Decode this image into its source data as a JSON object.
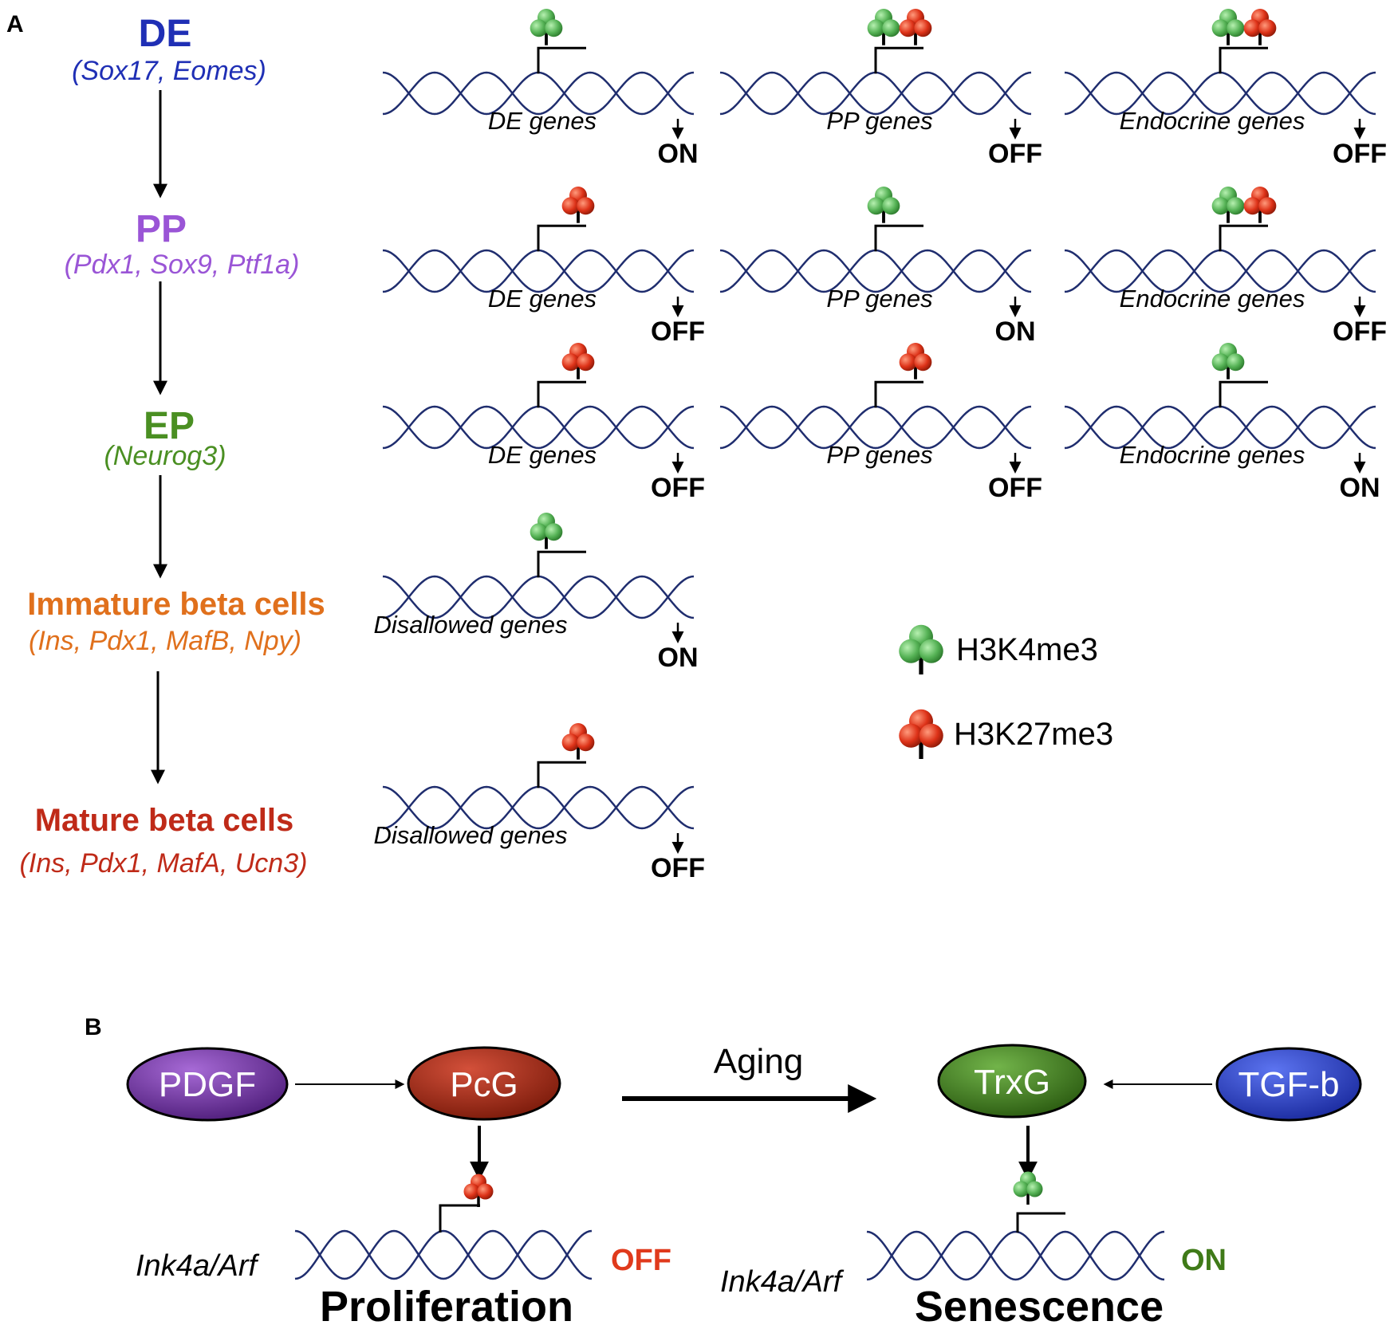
{
  "panel_a": {
    "label": "A",
    "stages": [
      {
        "name": "DE",
        "markers": "(Sox17, Eomes)",
        "color": "#1f2fb5"
      },
      {
        "name": "PP",
        "markers": "(Pdx1, Sox9, Ptf1a)",
        "color": "#9a55d6"
      },
      {
        "name": "EP",
        "markers": "(Neurog3)",
        "color": "#4a8f22"
      },
      {
        "name": "Immature beta cells",
        "markers": "(Ins, Pdx1, MafB, Npy)",
        "color": "#e0701c"
      },
      {
        "name": "Mature beta cells",
        "markers": "(Ins, Pdx1, MafA, Ucn3)",
        "color": "#bf2a18"
      }
    ],
    "rows": [
      [
        {
          "gene": "DE genes",
          "state": "ON",
          "marks": [
            "H3K4me3"
          ]
        },
        {
          "gene": "PP genes",
          "state": "OFF",
          "marks": [
            "H3K4me3",
            "H3K27me3"
          ]
        },
        {
          "gene": "Endocrine genes",
          "state": "OFF",
          "marks": [
            "H3K4me3",
            "H3K27me3"
          ]
        }
      ],
      [
        {
          "gene": "DE genes",
          "state": "OFF",
          "marks": [
            "H3K27me3"
          ]
        },
        {
          "gene": "PP genes",
          "state": "ON",
          "marks": [
            "H3K4me3"
          ]
        },
        {
          "gene": "Endocrine genes",
          "state": "OFF",
          "marks": [
            "H3K4me3",
            "H3K27me3"
          ]
        }
      ],
      [
        {
          "gene": "DE genes",
          "state": "OFF",
          "marks": [
            "H3K27me3"
          ]
        },
        {
          "gene": "PP genes",
          "state": "OFF",
          "marks": [
            "H3K27me3"
          ]
        },
        {
          "gene": "Endocrine genes",
          "state": "ON",
          "marks": [
            "H3K4me3"
          ]
        }
      ],
      [
        {
          "gene": "Disallowed genes",
          "state": "ON",
          "marks": [
            "H3K4me3"
          ]
        }
      ],
      [
        {
          "gene": "Disallowed genes",
          "state": "OFF",
          "marks": [
            "H3K27me3"
          ]
        }
      ]
    ],
    "legend": [
      {
        "label": "H3K4me3",
        "color": "#5cb85c"
      },
      {
        "label": "H3K27me3",
        "color": "#d9301c"
      }
    ]
  },
  "panel_b": {
    "label": "B",
    "nodes": {
      "pdgf": {
        "label": "PDGF",
        "color": "#6b2d9c"
      },
      "pcg": {
        "label": "PcG",
        "color": "#a82a14"
      },
      "trxg": {
        "label": "TrxG",
        "color": "#3f7a18"
      },
      "tgfb": {
        "label": "TGF-b",
        "color": "#2a3fd0"
      }
    },
    "aging_label": "Aging",
    "left": {
      "gene": "Ink4a/Arf",
      "state": "OFF",
      "state_color": "#e03a1c",
      "outcome": "Proliferation"
    },
    "right": {
      "gene": "Ink4a/Arf",
      "state": "ON",
      "state_color": "#3f7a18",
      "outcome": "Senescence"
    }
  },
  "colors": {
    "dna_strand": "#1f2d6e",
    "green_mark": "#5cb85c",
    "red_mark": "#d9301c"
  }
}
